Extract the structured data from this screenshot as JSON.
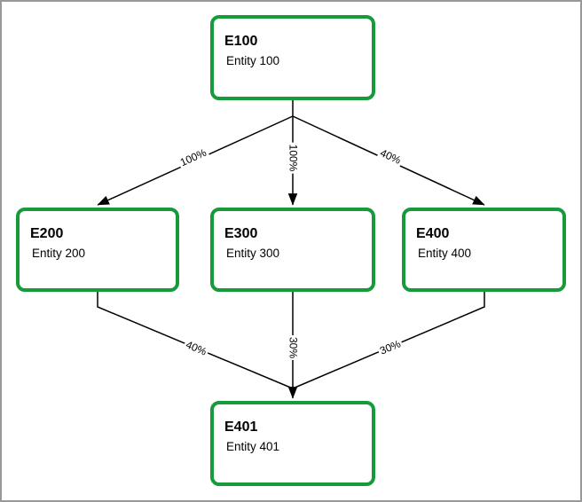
{
  "canvas": {
    "background": "#ffffff",
    "border_color": "#999999"
  },
  "colors": {
    "node_border": "#169a3a",
    "node_fill": "#ffffff",
    "edge": "#000000",
    "label_text": "#000000"
  },
  "nodes": [
    {
      "code": "E100",
      "label": "Entity 100"
    },
    {
      "code": "E200",
      "label": "Entity 200"
    },
    {
      "code": "E300",
      "label": "Entity 300"
    },
    {
      "code": "E400",
      "label": "Entity 400"
    },
    {
      "code": "E401",
      "label": "Entity 401"
    }
  ],
  "edges": [
    {
      "from": "E100",
      "to": "E200",
      "label": "100%"
    },
    {
      "from": "E100",
      "to": "E300",
      "label": "100%"
    },
    {
      "from": "E100",
      "to": "E400",
      "label": "40%"
    },
    {
      "from": "E200",
      "to": "E401",
      "label": "40%"
    },
    {
      "from": "E300",
      "to": "E401",
      "label": "30%"
    },
    {
      "from": "E400",
      "to": "E401",
      "label": "30%"
    }
  ]
}
